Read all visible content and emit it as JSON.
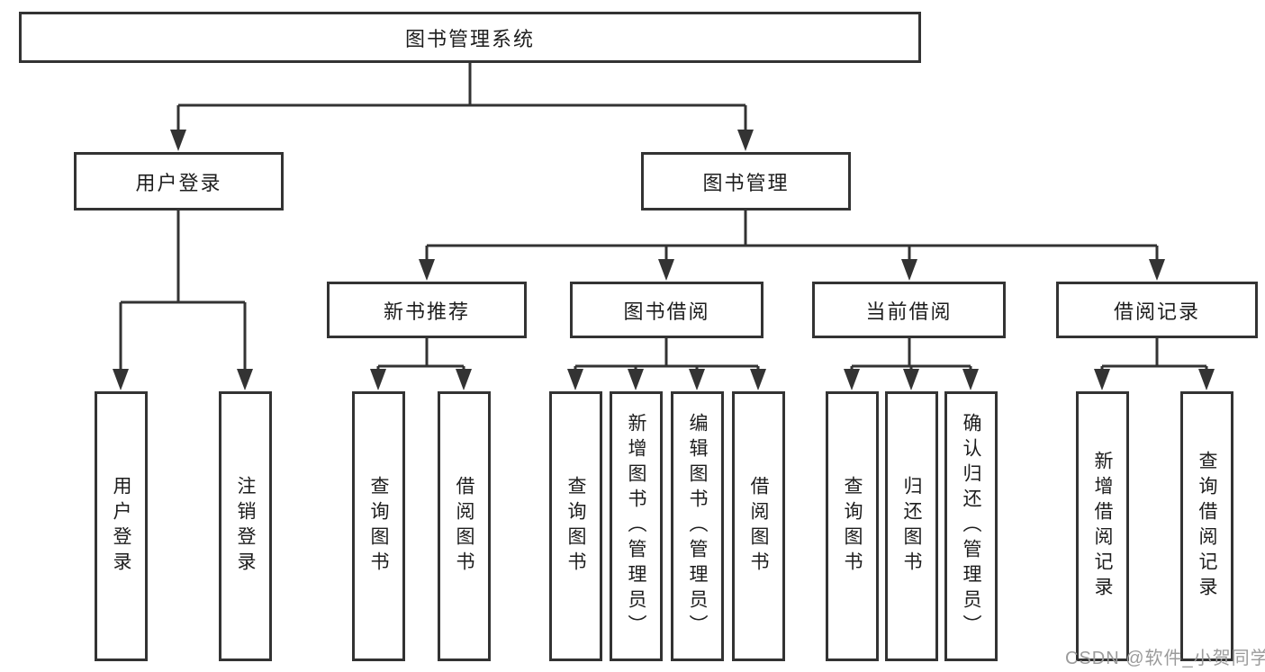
{
  "diagram": {
    "title": "图书管理系统",
    "branches": [
      {
        "label": "用户登录",
        "children": [
          "用户登录",
          "注销登录"
        ]
      },
      {
        "label": "图书管理",
        "sections": [
          {
            "label": "新书推荐",
            "children": [
              "查询图书",
              "借阅图书"
            ]
          },
          {
            "label": "图书借阅",
            "children": [
              "查询图书",
              "新增图书（管理员）",
              "编辑图书（管理员）",
              "借阅图书"
            ]
          },
          {
            "label": "当前借阅",
            "children": [
              "查询图书",
              "归还图书",
              "确认归还（管理员）"
            ]
          },
          {
            "label": "借阅记录",
            "children": [
              "新增借阅记录",
              "查询借阅记录"
            ]
          }
        ]
      }
    ]
  },
  "watermark": {
    "text": "CSDN @软件_小贺同学"
  },
  "colors": {
    "line": "#333333",
    "text": "#1d1d1d",
    "watermark": "#9b9b9b",
    "background": "#ffffff"
  }
}
